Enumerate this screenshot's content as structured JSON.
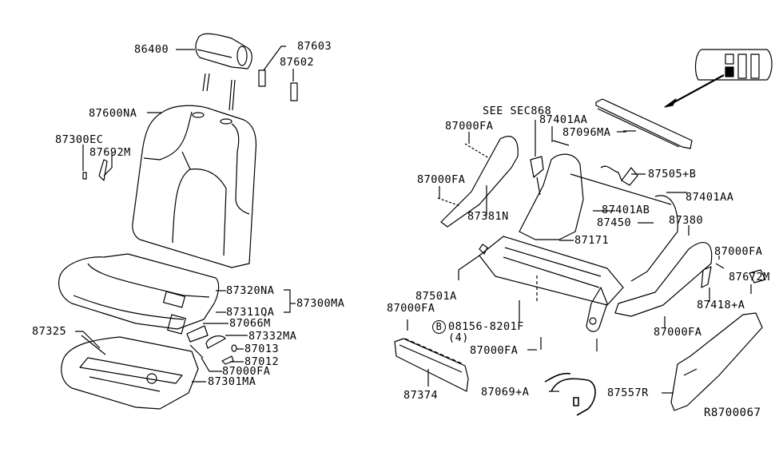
{
  "diagram": {
    "reference_code": "R8700067",
    "see_section_note": "SEE SEC868",
    "bolt_callout_symbol": "B",
    "bolt_quantity": "(4)",
    "colors": {
      "line": "#000000",
      "background": "#ffffff"
    },
    "labels": {
      "headrest": "86400",
      "headrest_guide_a": "87603",
      "headrest_guide_b": "87602",
      "back_trim": "87600NA",
      "clip": "87300EC",
      "lever_knob": "87692M",
      "cushion_trim": "87320NA",
      "cushion_pad": "87311QA",
      "cushion_assembly": "87300MA",
      "cushion_frame_back": "87325",
      "switch_finisher": "87066M",
      "knob_cover": "87332MA",
      "knob_a": "87013",
      "knob_b": "87012",
      "screw_left": "87000FA",
      "cushion_frame": "87301MA",
      "screw_r1": "87000FA",
      "screw_r2": "87000FA",
      "screw_r3": "87000FA",
      "screw_r4": "87000FA",
      "screw_r5": "87000FA",
      "screw_r6": "87000FA",
      "bolt_aa_top": "87401AA",
      "bar": "87096MA",
      "spring": "87505+B",
      "bolt_aa_right": "87401AA",
      "bolt_ab": "87401AB",
      "recliner": "87450",
      "finisher_outer": "87380",
      "finisher_inner": "87381N",
      "motor": "87171",
      "side_knob": "87672M",
      "cap": "87501A",
      "bolt_part": "08156-8201F",
      "lever": "87418+A",
      "front_finisher": "87374",
      "harness": "87069+A",
      "rear_cover": "87557R"
    }
  }
}
